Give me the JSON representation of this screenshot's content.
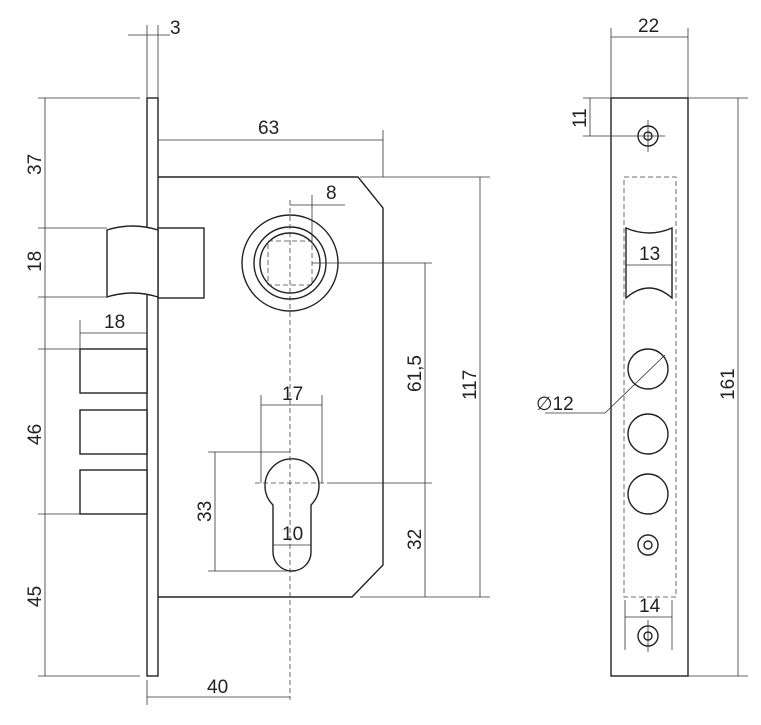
{
  "dimensions": {
    "faceplate_thickness": "3",
    "backset_width": "63",
    "spindle_square": "8",
    "top_to_latch": "37",
    "latch_height": "18",
    "deadbolt_projection": "18",
    "deadbolt_span": "46",
    "bottom_to_deadbolt": "45",
    "cylinder_width": "17",
    "cylinder_height": "33",
    "cylinder_slot": "10",
    "cylinder_backset": "40",
    "spindle_to_cylinder": "61,5",
    "body_height": "117",
    "cylinder_to_bottom": "32",
    "faceplate_width": "22",
    "screw_offset": "11",
    "latch_opening": "13",
    "bolt_hole_diameter": "∅12",
    "faceplate_length": "161",
    "screw_spacing": "14"
  }
}
